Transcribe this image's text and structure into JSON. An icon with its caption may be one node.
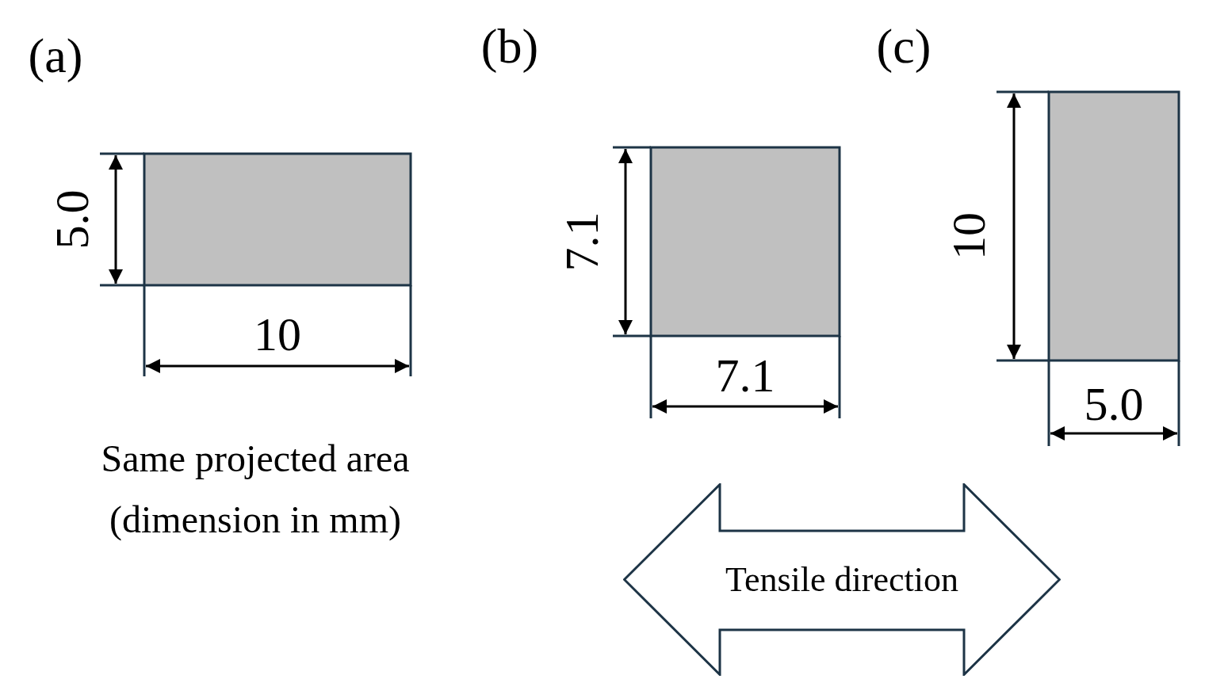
{
  "diagram": {
    "nodes": [
      {
        "text": [],
        "shape": "box"
      },
      {
        "text": [],
        "shape": "box"
      },
      {
        "text": [],
        "shape": "box"
      },
      {
        "text": [
          "Tensile direction"
        ]
      }
    ],
    "edges": [],
    "labels": [
      "(a)",
      "(b)",
      "(c)",
      "5.0",
      "10",
      "7.1",
      "7.1",
      "10",
      "5.0",
      "Same projected area (dimension in mm)"
    ]
  }
}
